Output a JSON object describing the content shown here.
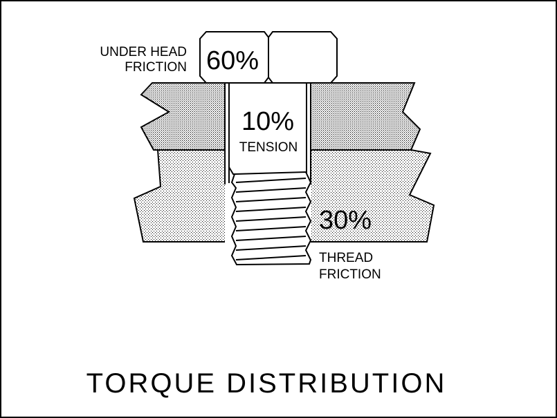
{
  "title": "TORQUE DISTRIBUTION",
  "labels": {
    "under_head": {
      "line1": "UNDER HEAD",
      "line2": "FRICTION",
      "percent": "60%"
    },
    "tension": {
      "percent": "10%",
      "label": "TENSION"
    },
    "thread": {
      "percent": "30%",
      "line1": "THREAD",
      "line2": "FRICTION"
    }
  },
  "chart_data": {
    "type": "pie",
    "title": "TORQUE DISTRIBUTION",
    "categories": [
      "Under Head Friction",
      "Tension",
      "Thread Friction"
    ],
    "values": [
      60,
      10,
      30
    ],
    "unit": "%"
  },
  "colors": {
    "line": "#000000",
    "background": "#ffffff",
    "stipple": "#000000"
  }
}
